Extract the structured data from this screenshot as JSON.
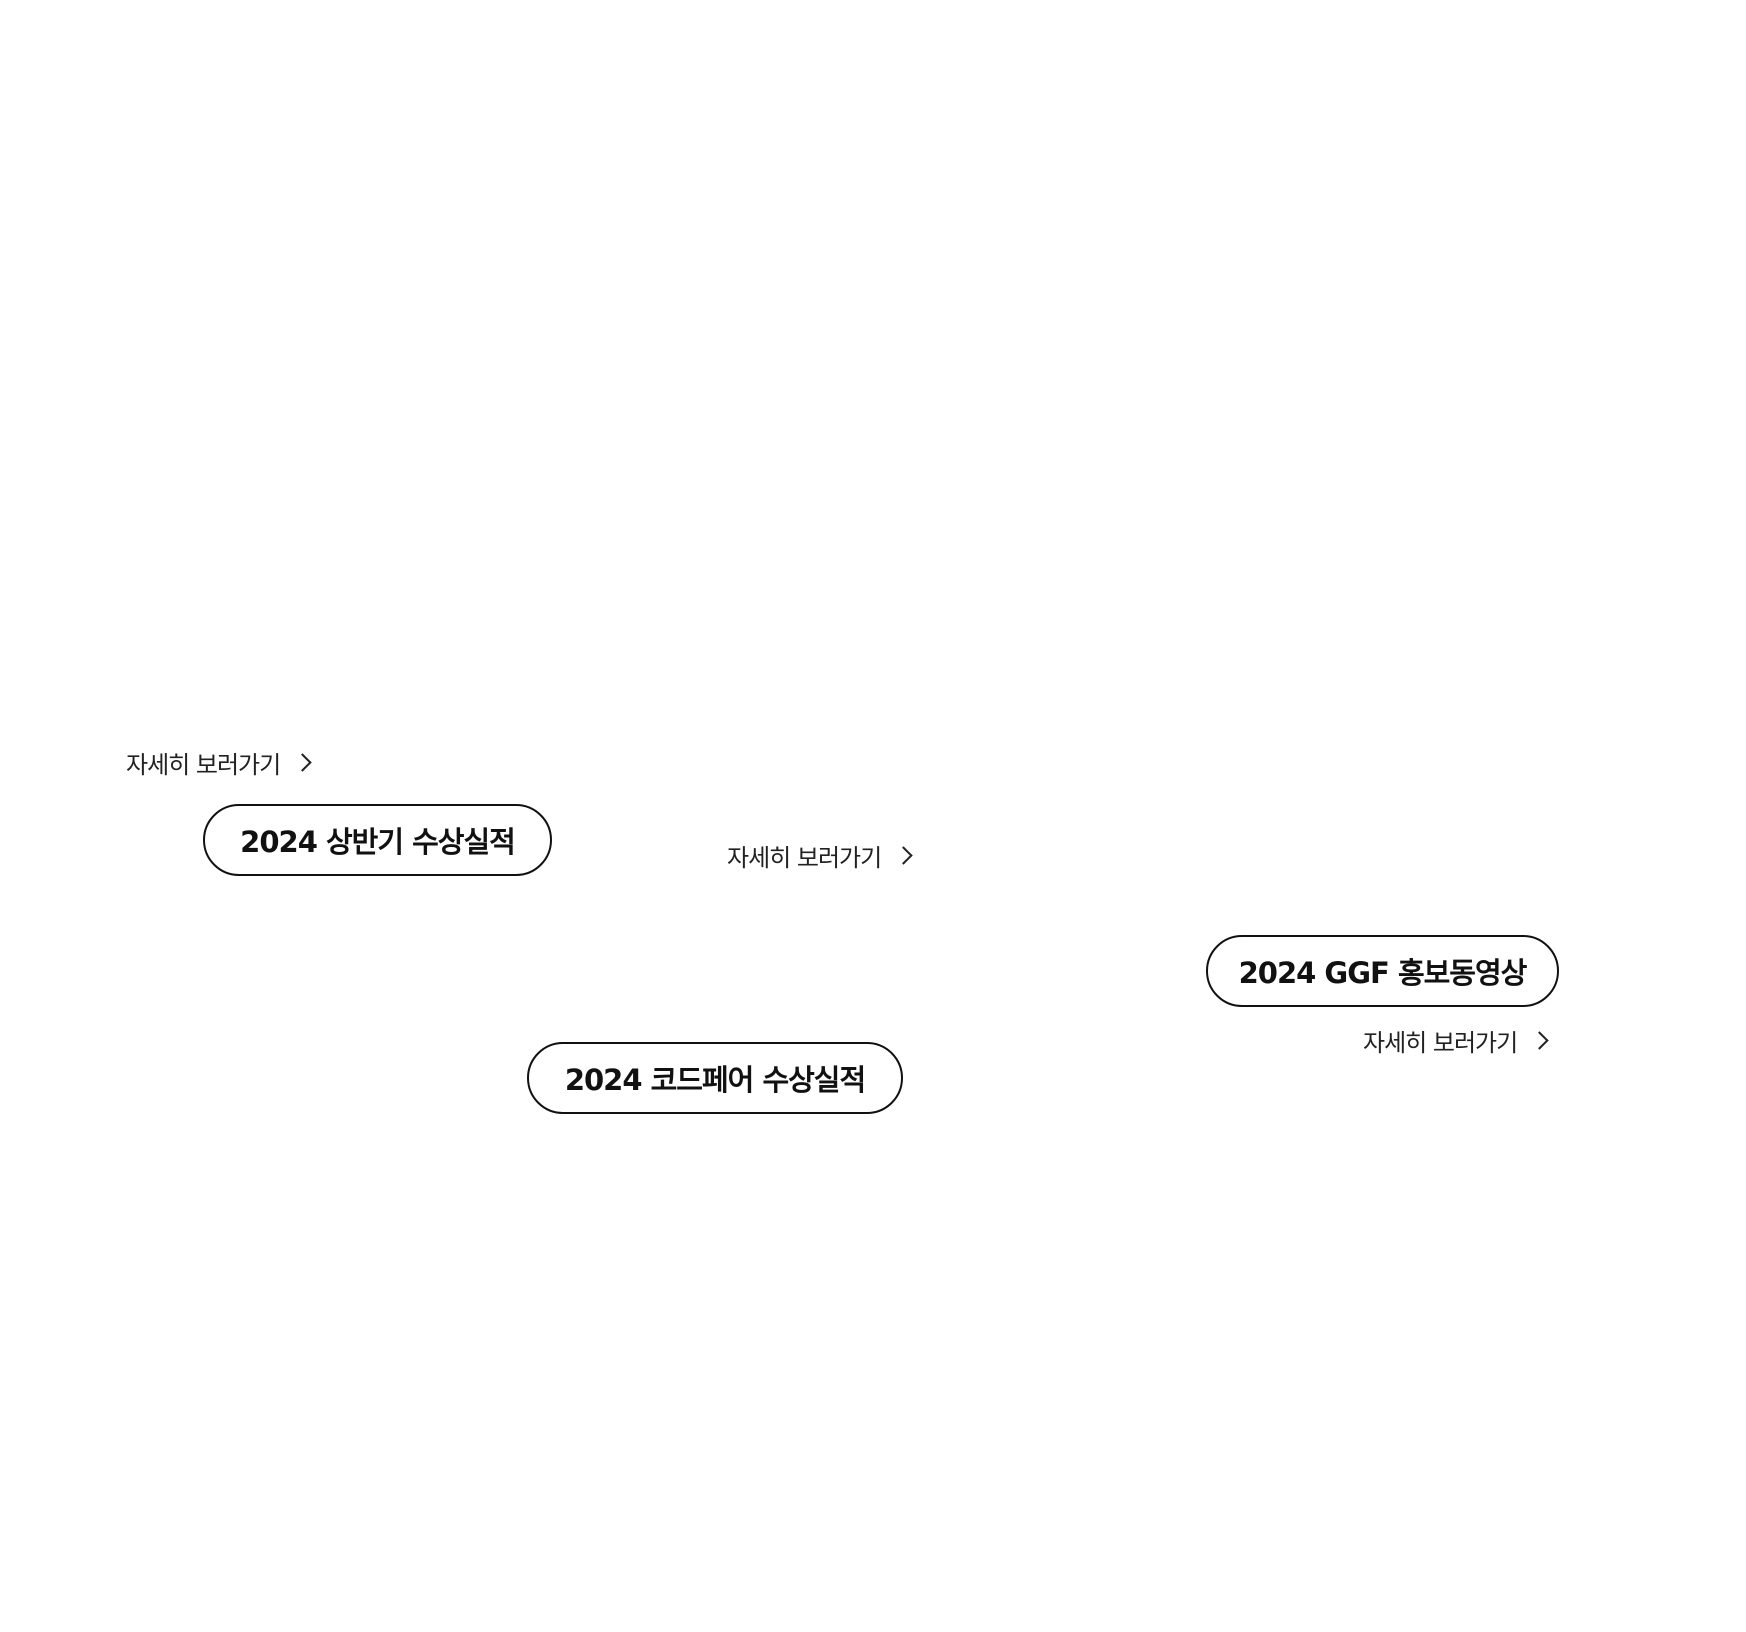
{
  "items": [
    {
      "title": "2024 상반기 수상실적",
      "link_label": "자세히 보러가기"
    },
    {
      "title": "2024 코드페어 수상실적",
      "link_label": "자세히 보러가기"
    },
    {
      "title": "2024 GGF 홍보동영상",
      "link_label": "자세히 보러가기"
    }
  ],
  "icons": {
    "link_arrow": "chevron-right-icon"
  }
}
